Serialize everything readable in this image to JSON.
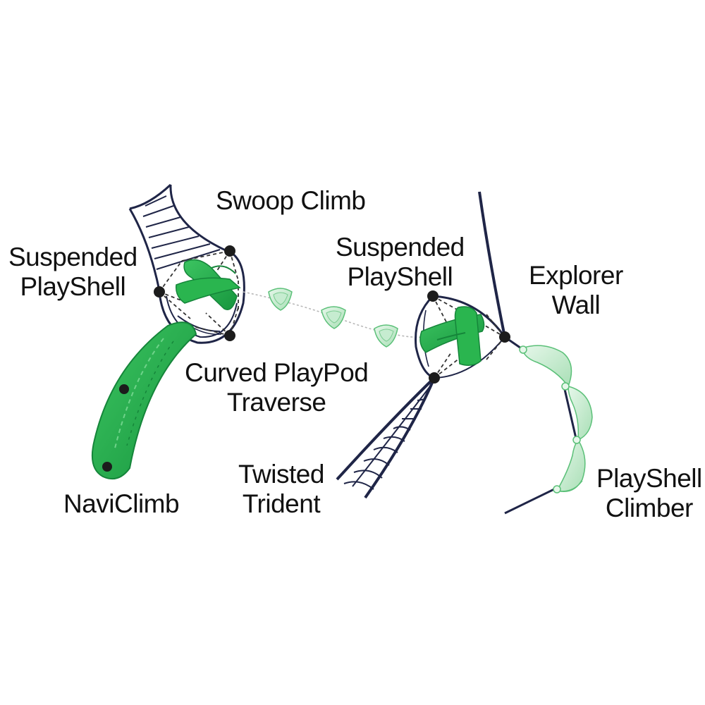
{
  "colors": {
    "frame": "#1f2547",
    "green": "#2ab54f",
    "green_dark": "#15853a",
    "green_light": "#bfe8c8",
    "green_pale": "#d8f2de",
    "node": "#1c1c1c",
    "text": "#111111"
  },
  "labels": {
    "swoop_climb": [
      "Swoop Climb"
    ],
    "suspended_playshell_left": [
      "Suspended",
      "PlayShell"
    ],
    "suspended_playshell_right": [
      "Suspended",
      "PlayShell"
    ],
    "explorer_wall": [
      "Explorer",
      "Wall"
    ],
    "curved_playpod_traverse": [
      "Curved PlayPod",
      "Traverse"
    ],
    "naviclimb": [
      "NaviClimb"
    ],
    "twisted_trident": [
      "Twisted",
      "Trident"
    ],
    "playshell_climber": [
      "PlayShell",
      "Climber"
    ]
  }
}
